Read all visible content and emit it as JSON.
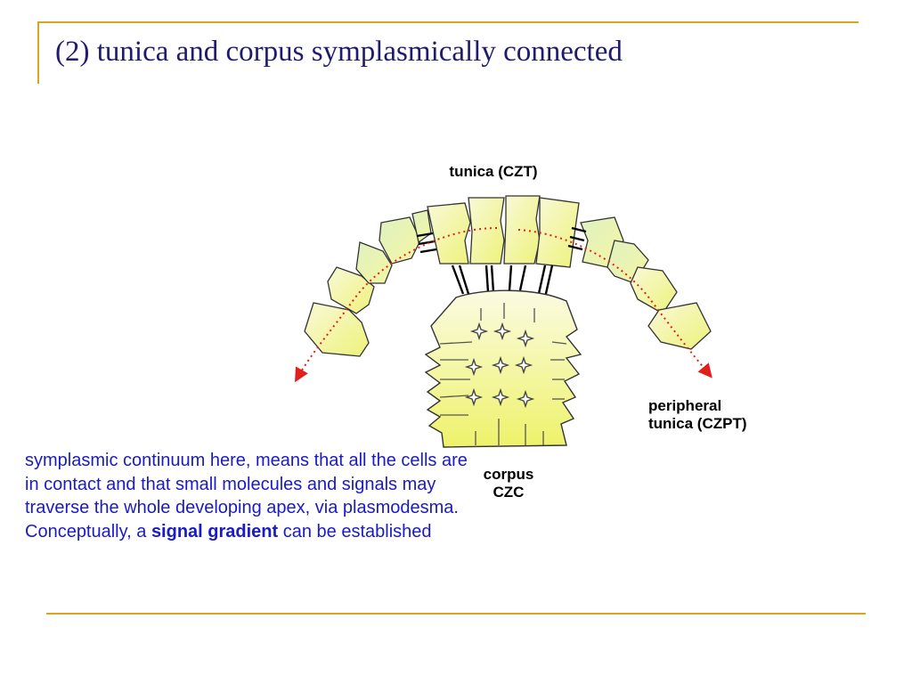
{
  "slide": {
    "title": "(2) tunica and corpus symplasmically connected",
    "accent_color": "#d9a521",
    "title_color": "#1f1b6e",
    "text_color": "#1a1ac8"
  },
  "labels": {
    "tunica": "tunica (CZT)",
    "peripheral_line1": "peripheral",
    "peripheral_line2": "tunica (CZPT)",
    "corpus_line1": "corpus",
    "corpus_line2": "CZC"
  },
  "paragraph": {
    "part1": "symplasmic continuum here, means that all the cells are in contact and that small molecules and signals may traverse the whole developing apex, via plasmodesma. Conceptually, a ",
    "bold": "signal gradient",
    "part2": " can be established"
  }
}
